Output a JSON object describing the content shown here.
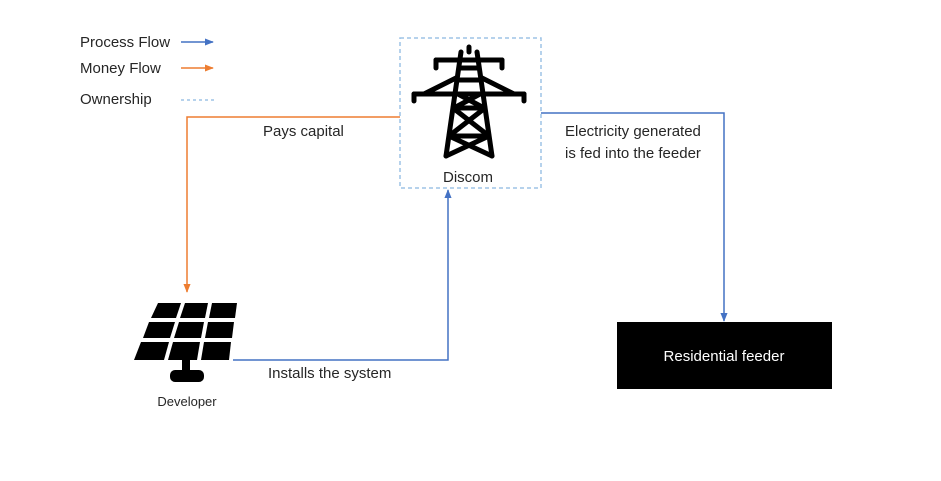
{
  "colors": {
    "process_flow": "#4472C4",
    "money_flow": "#ED7D31",
    "ownership": "#9DC3E6",
    "feeder_box": "#000000",
    "feeder_text": "#FFFFFF",
    "icon": "#000000"
  },
  "legend": {
    "process_flow": "Process Flow",
    "money_flow": "Money Flow",
    "ownership": "Ownership"
  },
  "nodes": {
    "discom": {
      "label": "Discom",
      "icon": "transmission-tower-icon"
    },
    "developer": {
      "label": "Developer",
      "icon": "solar-panel-icon"
    },
    "feeder": {
      "label": "Residential feeder"
    }
  },
  "edges": {
    "pays_capital": "Pays capital",
    "electricity_line1": "Electricity generated",
    "electricity_line2": "is fed into the feeder",
    "installs": "Installs the system"
  }
}
